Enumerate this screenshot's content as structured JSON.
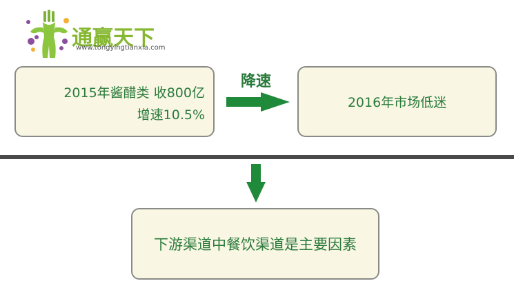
{
  "logo": {
    "name": "通赢天下",
    "url": "www.tongyingtianxia.com"
  },
  "flow": {
    "box1": {
      "line1": "2015年酱醋类  收800亿",
      "line2": "增速10.5%"
    },
    "arrow_label": "降速",
    "box2": {
      "text": "2016年市场低迷"
    },
    "box3": {
      "text": "下游渠道中餐饮渠道是主要因素"
    }
  },
  "colors": {
    "text_green": "#2a7a3b",
    "arrow_green": "#1e8a3a",
    "box_fill": "#f9f7e4",
    "box_border": "#8a8a86",
    "divider": "#4a4a4a",
    "logo_green": "#86b832"
  },
  "icons": [
    "fork-figure-logo-icon",
    "right-arrow-icon",
    "down-arrow-icon"
  ]
}
